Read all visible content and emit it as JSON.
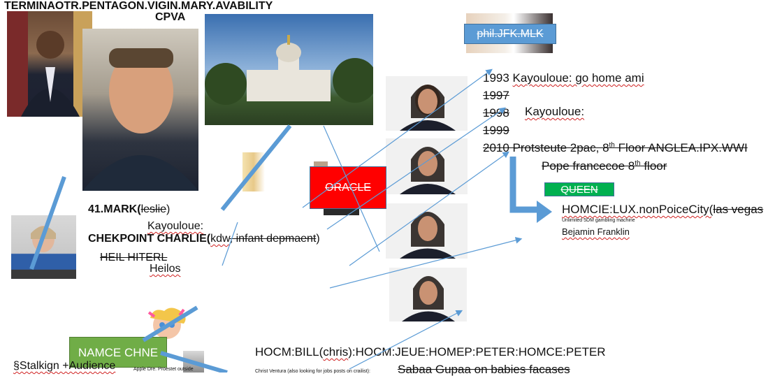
{
  "top_title": "TERMINAOTR.PENTAGON.VIGIN.MARY.AVABILITY",
  "cpva": "CPVA",
  "badge_phil": "phil.JFK.MLK",
  "badge_oracle": "ORACLE",
  "badge_queen": "QUEEN",
  "badge_namce": "NAMCE CHNE",
  "mark_line": {
    "prefix": "41.MARK(",
    "leslie": "leslie",
    "suffix": ")"
  },
  "kayouloue_1": "Kayouloue:",
  "checkpoint": {
    "main": "CHEKPOINT CHARLIE(",
    "kdw": "kdw",
    "rest": ", infant depmaent",
    "close": ")"
  },
  "heil": "HEIL HITERL",
  "heilos": "Heilos",
  "timeline": {
    "y1993": "1993 ",
    "y1993_text": "Kayouloue: go home ami",
    "y1997": "1997",
    "y1998": "1998",
    "kayouloue_2": "Kayouloue:",
    "y1999": "1999",
    "y2010": "2010 Protsteute 2pac, 8",
    "y2010_sup": "th",
    "y2010_rest": " Floor ANGLEA.IPX.WWI",
    "pope": "Pope francecoe 8",
    "pope_sup": "th",
    "pope_rest": " floor"
  },
  "homcie": {
    "main": "HOMCIE:LUX.nonPoiceCity(",
    "strike": "las vegas",
    "small": "Unlimited 5DM gambling machine",
    "franklin": "Bejamin Franklin"
  },
  "hocm": {
    "a": "HOCM:BILL(",
    "chris": "chris",
    "b": "):HOCM:JEUE:HOMEP:PETER:HOMCE:PETER"
  },
  "christ_small": "Christ Ventura (also looking for jobs posts on crailist):",
  "bottom_partial": "Sabaa Gupaa on babies facases",
  "stalking": "§Stalkign +Audience",
  "small_apple": "Apple Dre. Proestet outside",
  "colors": {
    "accent_blue": "#5b9bd5",
    "oracle_red": "#ff0000",
    "queen_green": "#00b050",
    "namce_green": "#70ad47",
    "phil_blue": "#5b9bd5"
  }
}
